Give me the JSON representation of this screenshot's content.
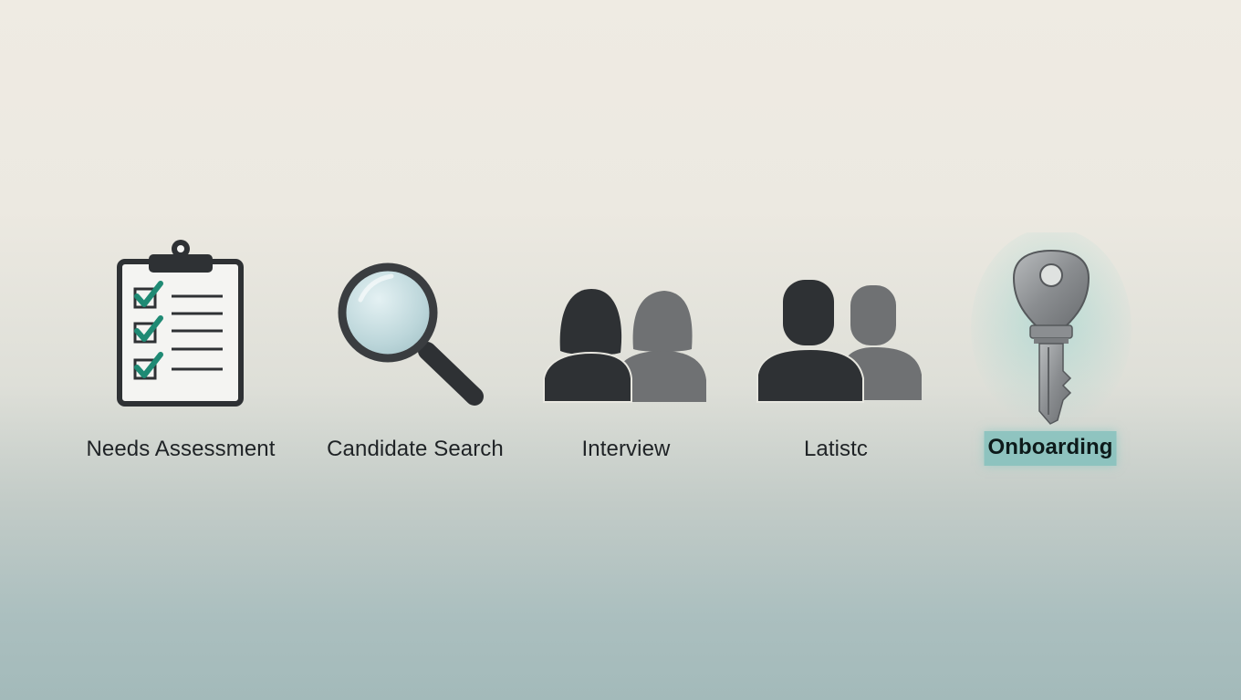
{
  "steps": [
    {
      "label": "Needs Assessment",
      "icon": "clipboard-checklist-icon"
    },
    {
      "label": "Candidate Search",
      "icon": "magnifying-glass-icon"
    },
    {
      "label": "Interview",
      "icon": "two-women-icon"
    },
    {
      "label": "Latistc",
      "icon": "two-men-icon"
    },
    {
      "label": "Onboarding",
      "icon": "key-icon",
      "highlighted": true
    }
  ],
  "colors": {
    "icon_dark": "#2e3134",
    "icon_gray": "#6f7173",
    "check_green": "#1f8a74",
    "highlight": "#78beb9"
  }
}
